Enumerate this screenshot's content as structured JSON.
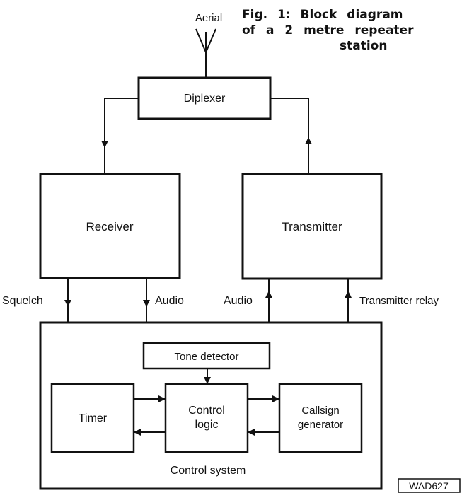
{
  "caption": {
    "line1": "Fig. 1: Block diagram",
    "line2": "of a 2 metre repeater",
    "line3": "station"
  },
  "labels": {
    "aerial": "Aerial",
    "diplexer": "Diplexer",
    "receiver": "Receiver",
    "transmitter": "Transmitter",
    "squelch": "Squelch",
    "audio_rx": "Audio",
    "audio_tx": "Audio",
    "transmitter_relay": "Transmitter relay",
    "tone_detector": "Tone detector",
    "timer": "Timer",
    "control_logic_1": "Control",
    "control_logic_2": "logic",
    "callsign_1": "Callsign",
    "callsign_2": "generator",
    "control_system": "Control system",
    "ref_code": "WAD627"
  },
  "colors": {
    "ink": "#111111",
    "paper": "#ffffff"
  }
}
